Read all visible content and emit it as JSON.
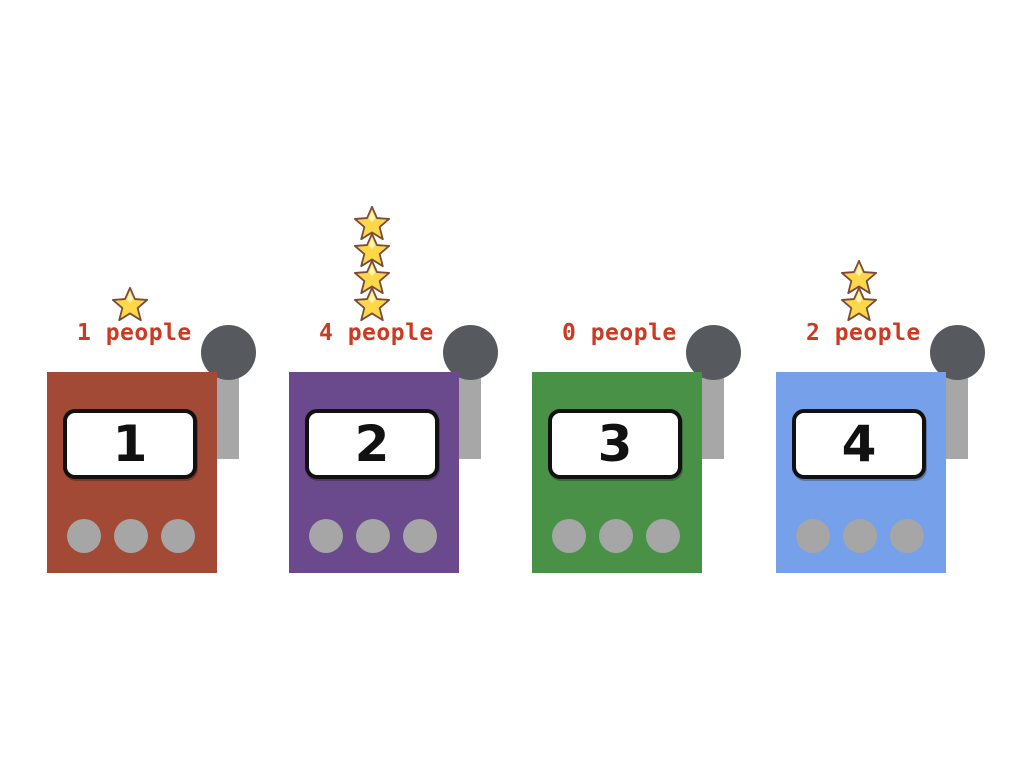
{
  "machines": [
    {
      "number": "1",
      "people_label": "1 people",
      "people": 1,
      "color": "#a24a35"
    },
    {
      "number": "2",
      "people_label": "4 people",
      "people": 4,
      "color": "#6a4a8c"
    },
    {
      "number": "3",
      "people_label": "0 people",
      "people": 0,
      "color": "#4a9148"
    },
    {
      "number": "4",
      "people_label": "2 people",
      "people": 2,
      "color": "#76a1ea"
    }
  ],
  "colors": {
    "label_text": "#cc3a22",
    "lights": "#a6a6a6",
    "lever_arm": "#a7a7a7",
    "lever_knob": "#565a5f",
    "star_fill": "#ffd84a",
    "star_outline": "#7a4a3a"
  },
  "icons": {
    "star": "star-icon"
  }
}
